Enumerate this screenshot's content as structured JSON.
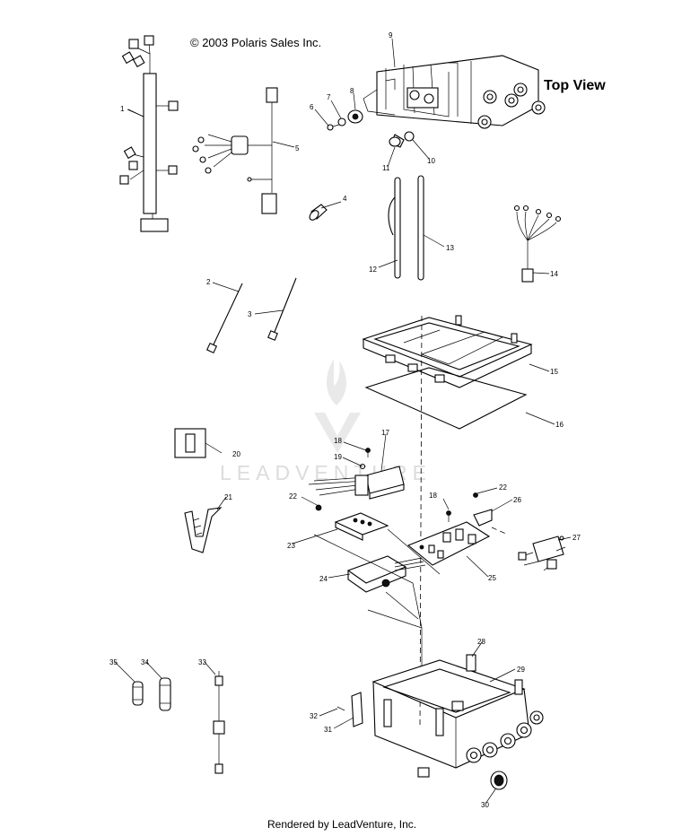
{
  "header": {
    "copyright": "© 2003 Polaris Sales Inc.",
    "view_label": "Top View"
  },
  "footer": {
    "rendered_by": "Rendered by LeadVenture, Inc."
  },
  "watermark": {
    "text": "LEADVENTURE"
  },
  "diagram": {
    "callouts": [
      "1",
      "2",
      "3",
      "4",
      "5",
      "6",
      "7",
      "8",
      "9",
      "10",
      "11",
      "12",
      "13",
      "14",
      "15",
      "16",
      "17",
      "18",
      "18",
      "19",
      "20",
      "21",
      "22",
      "22",
      "23",
      "24",
      "25",
      "26",
      "27",
      "28",
      "29",
      "30",
      "31",
      "32",
      "33",
      "34",
      "35"
    ]
  }
}
